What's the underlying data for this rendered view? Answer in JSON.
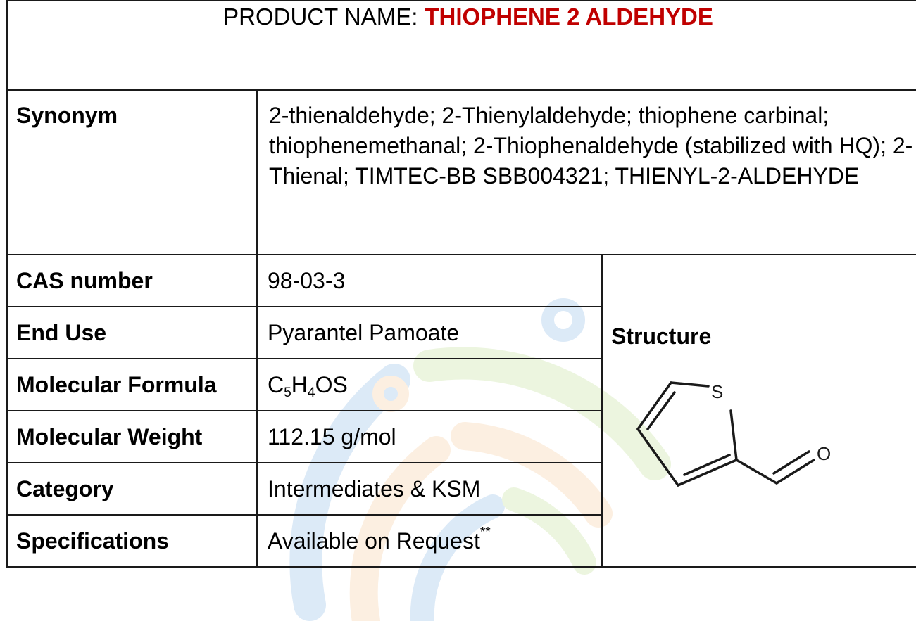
{
  "header": {
    "prefix": "PRODUCT NAME:",
    "product": "THIOPHENE 2 ALDEHYDE"
  },
  "synonym": {
    "label": "Synonym",
    "value": "2-thienaldehyde; 2-Thienylaldehyde; thiophene carbinal; thiophenemethanal; 2-Thiophenaldehyde (stabilized with HQ); 2-Thienal; TIMTEC-BB SBB004321; THIENYL-2-ALDEHYDE"
  },
  "cas": {
    "label": "CAS number",
    "value": "98-03-3"
  },
  "end_use": {
    "label": "End Use",
    "value": "Pyarantel Pamoate"
  },
  "formula": {
    "label": "Molecular Formula",
    "c": "C",
    "c_sub": "5",
    "h": "H",
    "h_sub": "4",
    "rest": "OS"
  },
  "weight": {
    "label": "Molecular Weight",
    "value": "112.15 g/mol"
  },
  "category": {
    "label": "Category",
    "value": "Intermediates & KSM"
  },
  "specifications": {
    "label": "Specifications",
    "value": "Available on Request",
    "mark": "**"
  },
  "structure": {
    "label": "Structure",
    "atom_s": "S",
    "atom_o": "O"
  },
  "colors": {
    "product_name": "#c00000",
    "border": "#1a1a1a",
    "watermark_blue": "#2f7fd0",
    "watermark_orange": "#f2a04a",
    "watermark_green": "#8cc63f"
  }
}
